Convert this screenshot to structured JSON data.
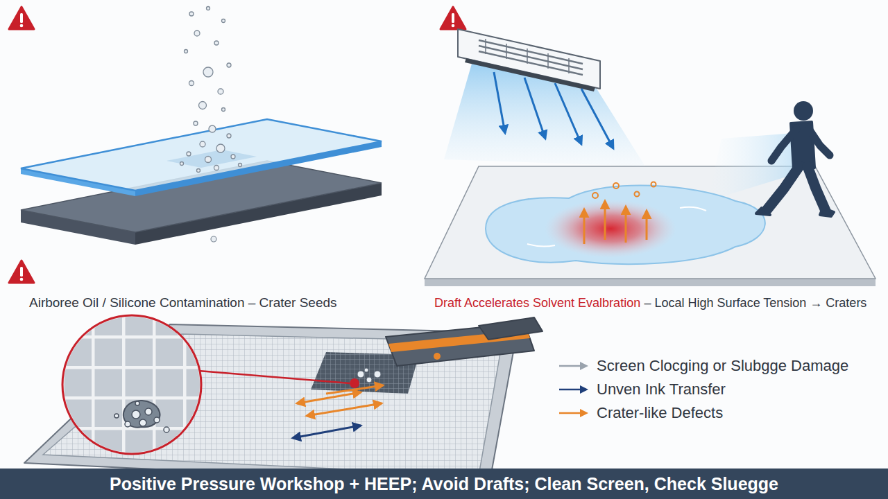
{
  "diagram": {
    "caption": "Positive Pressure Workshop + HEEP; Avoid Drafts; Clean Screen, Check Sluegge",
    "labels": [
      "Airboree Oil / Silicone Contamination – Crater Seeds",
      "Draft Accelerates Solvent Evalbration",
      "– Local High Surface Tension → Craters"
    ],
    "legend": [
      {
        "text": "Screen Clocging or Slubgge Damage"
      },
      {
        "text": "Unven Ink Transfer"
      },
      {
        "text": "Crater-like Defects"
      }
    ]
  }
}
